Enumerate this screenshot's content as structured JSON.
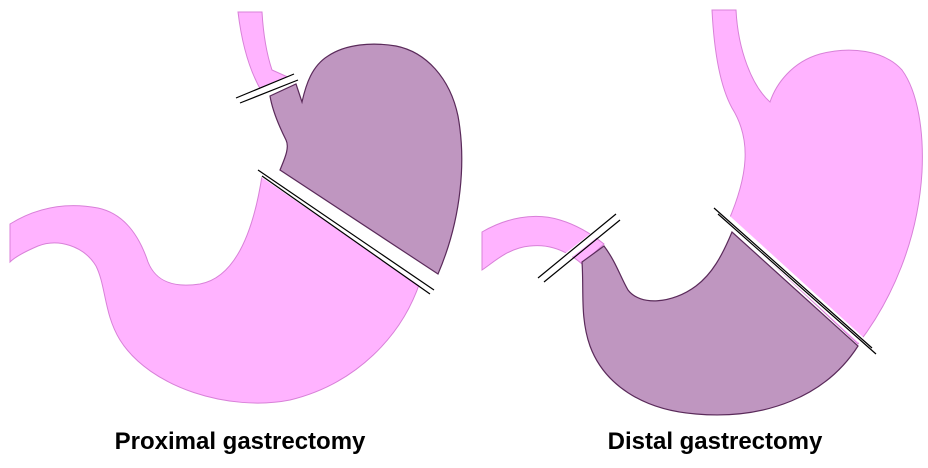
{
  "figures": [
    {
      "caption": "Proximal gastrectomy",
      "resected": "proximal"
    },
    {
      "caption": "Distal gastrectomy",
      "resected": "distal"
    }
  ],
  "colors": {
    "stomach": "#ffb3ff",
    "resected": "#bf96c0",
    "outline": "#5a2a5a",
    "cut_line": "#000000"
  }
}
